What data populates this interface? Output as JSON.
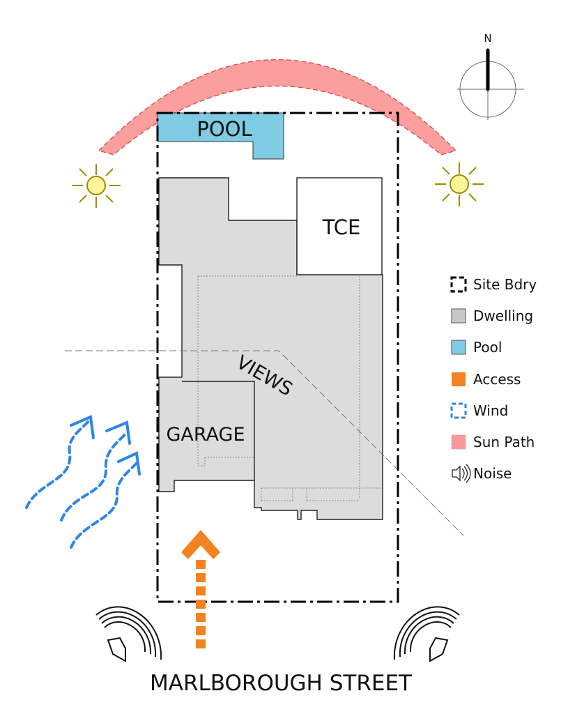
{
  "site_labels": {
    "pool": "POOL",
    "tce": "TCE",
    "garage": "GARAGE",
    "views": "VIEWS",
    "street": "MARLBOROUGH STREET",
    "north": "N"
  },
  "legend": {
    "items": [
      {
        "label": "Site Bdry",
        "icon": "site-boundary-swatch"
      },
      {
        "label": "Dwelling",
        "icon": "dwelling-swatch",
        "color": "#c8c8c8"
      },
      {
        "label": "Pool",
        "icon": "pool-swatch",
        "color": "#7ecbe3"
      },
      {
        "label": "Access",
        "icon": "access-swatch",
        "color": "#f58220"
      },
      {
        "label": "Wind",
        "icon": "wind-swatch",
        "color": "#2f86e3"
      },
      {
        "label": "Sun Path",
        "icon": "sun-path-swatch",
        "color": "#f59a9a"
      },
      {
        "label": "Noise",
        "icon": "noise-icon"
      }
    ]
  },
  "colors": {
    "dwelling": "#dcdcdc",
    "pool": "#7ecbe3",
    "access": "#f58220",
    "wind": "#2f86e3",
    "sun_path": "#fb9e9e",
    "sun": "#fff59a"
  }
}
